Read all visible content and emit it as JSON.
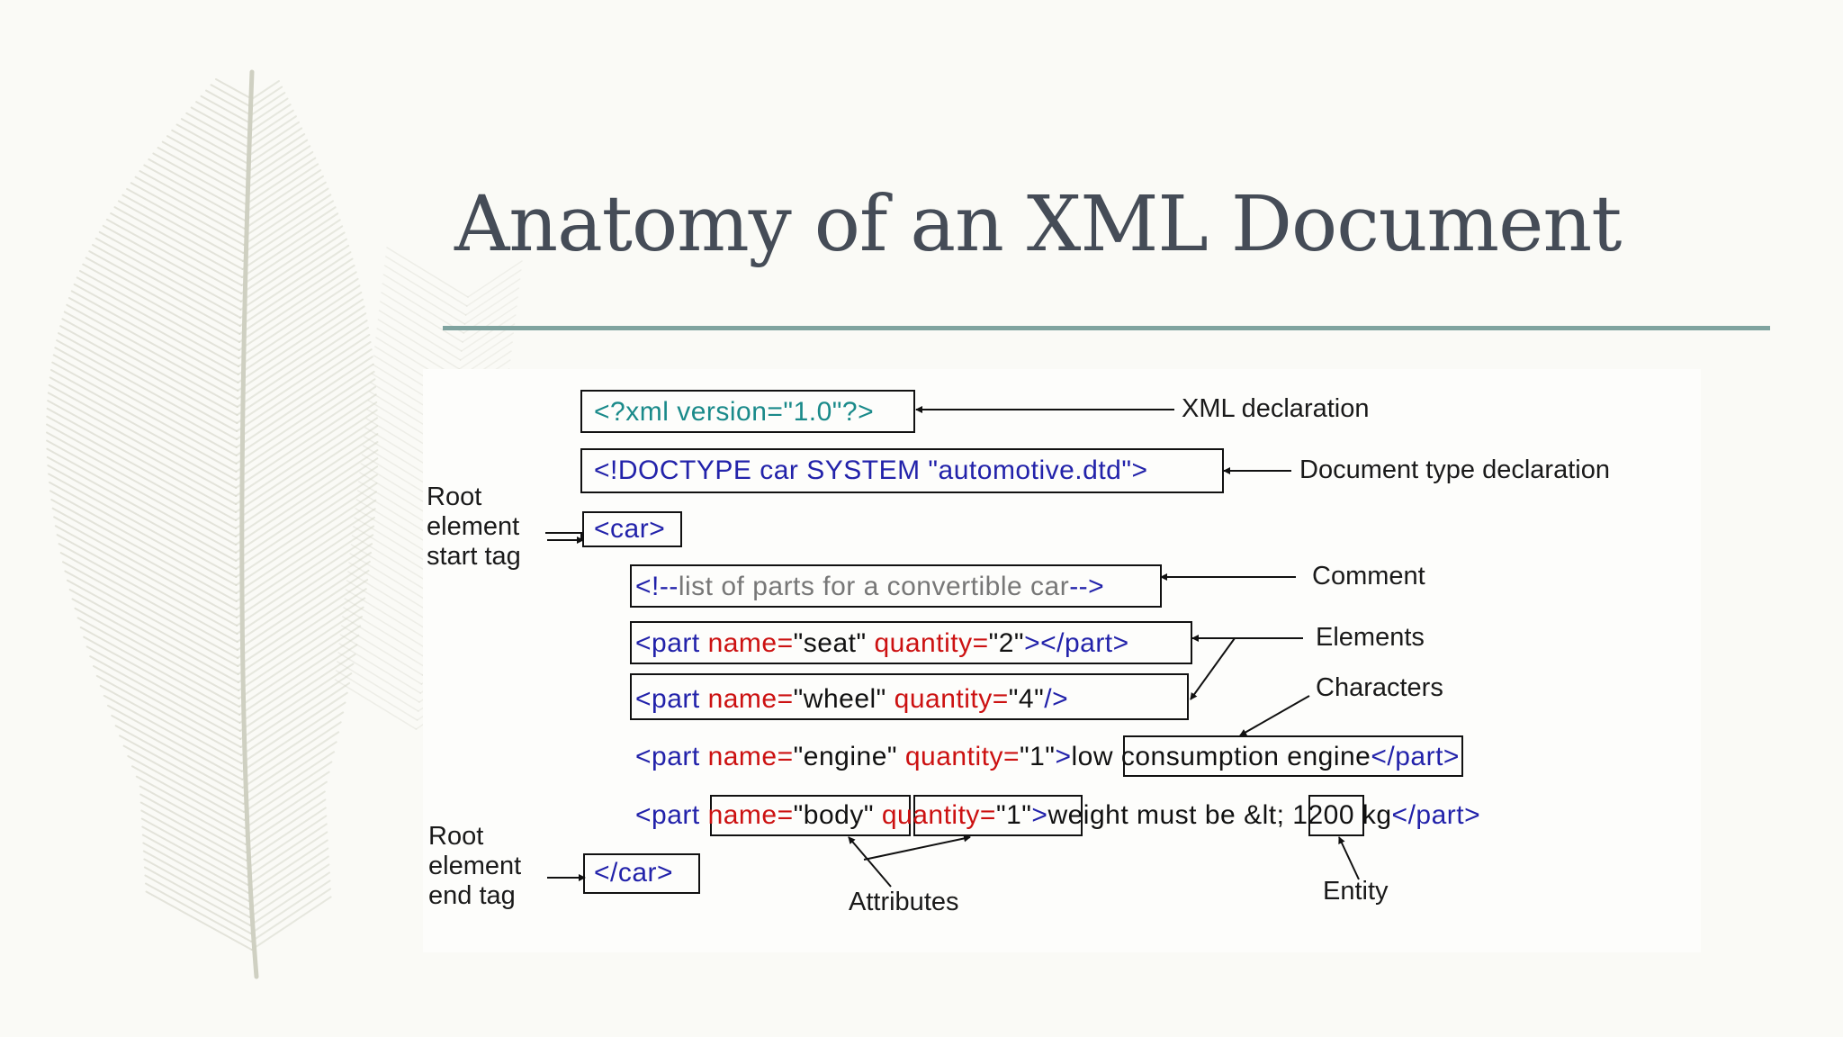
{
  "slide": {
    "title": "Anatomy of an XML Document"
  },
  "colors": {
    "background": "#fafaf6",
    "title": "#454c57",
    "rule": "#7fa39f",
    "feather": "#cfd0c2",
    "tag_blue": "#2222aa",
    "attr_red": "#cc1111",
    "decl_teal": "#1a8a8a",
    "comment_gray": "#777777"
  },
  "code": {
    "xml_decl": "<?xml version=\"1.0\"?>",
    "doctype": "<!DOCTYPE car SYSTEM \"automotive.dtd\">",
    "car_open": "<car>",
    "comment_open": "<!--",
    "comment_text": "list of parts for a convertible car",
    "comment_close": "-->",
    "tag_part_open": "<part",
    "attr_name": "name=",
    "attr_quantity": "quantity=",
    "val_seat": "\"seat\"",
    "val_2": "\"2\"",
    "seat_end": "></part>",
    "val_wheel": "\"wheel\"",
    "val_4": "\"4\"",
    "wheel_end": "/>",
    "val_engine": "\"engine\"",
    "val_1": "\"1\"",
    "gt": ">",
    "engine_text": "low consumption engine",
    "part_close": "</part>",
    "val_body": "\"body\"",
    "body_text": "weight must be",
    "entity": "&lt;",
    "body_text_2": "1200 kg",
    "car_close": "</car>"
  },
  "labels": {
    "xml_declaration": "XML declaration",
    "doctype_declaration": "Document type declaration",
    "root_start": [
      "Root",
      "element",
      "start tag"
    ],
    "comment": "Comment",
    "elements": "Elements",
    "characters": "Characters",
    "root_end": [
      "Root",
      "element",
      "end tag"
    ],
    "attributes": "Attributes",
    "entity": "Entity"
  }
}
